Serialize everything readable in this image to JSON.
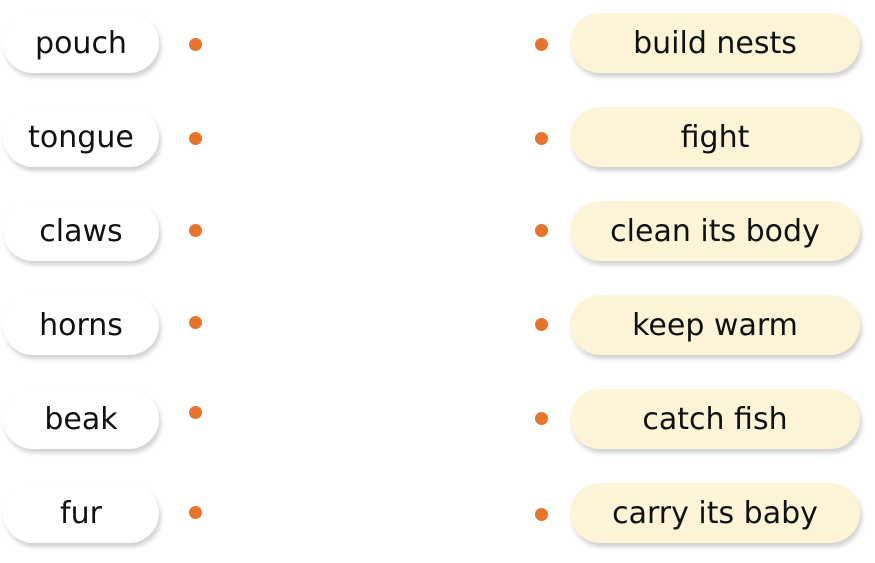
{
  "left_items": [
    {
      "label": "pouch"
    },
    {
      "label": "tongue"
    },
    {
      "label": "claws"
    },
    {
      "label": "horns"
    },
    {
      "label": "beak"
    },
    {
      "label": "fur"
    }
  ],
  "right_items": [
    {
      "label": "build nests"
    },
    {
      "label": "fight"
    },
    {
      "label": "clean its body"
    },
    {
      "label": "keep warm"
    },
    {
      "label": "catch fish"
    },
    {
      "label": "carry its baby"
    }
  ],
  "colors": {
    "dot": "#e8742b",
    "right_pill_bg": "#fdf3d7",
    "left_pill_bg": "#ffffff"
  }
}
